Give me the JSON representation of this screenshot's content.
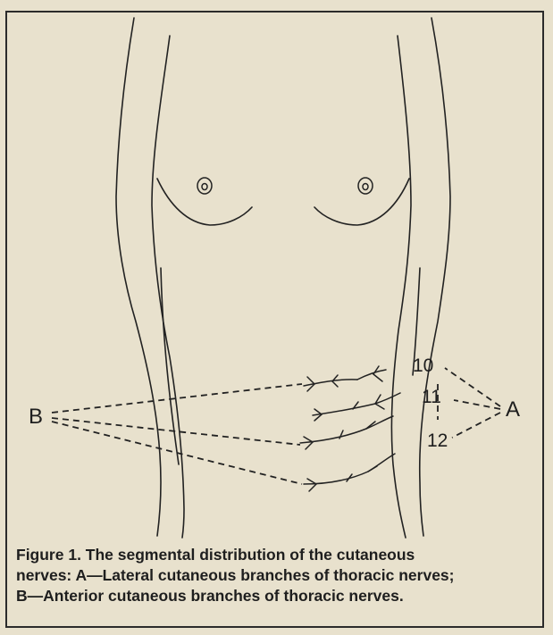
{
  "figure": {
    "labels": {
      "a": "A",
      "b": "B",
      "n10": "10",
      "n11": "11",
      "n12": "12"
    },
    "caption": {
      "line1": "Figure  1.  The segmental distribution of the cutaneous",
      "line2": "nerves: A—Lateral cutaneous branches of thoracic nerves;",
      "line3": "B—Anterior cutaneous branches of thoracic nerves."
    }
  },
  "colors": {
    "paper": "#e8e1cd",
    "ink": "#1e1e1e"
  }
}
